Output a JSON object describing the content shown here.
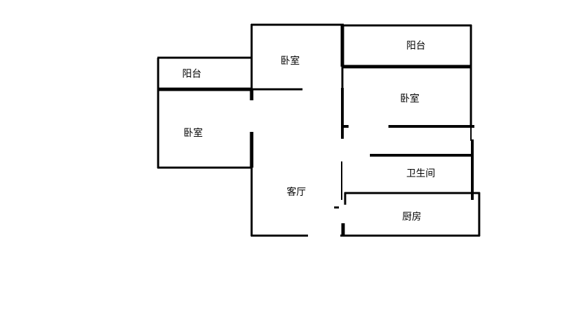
{
  "rooms": {
    "balcony_left": "阳台",
    "bedroom_top": "卧室",
    "bedroom_left": "卧室",
    "living_room": "客厅",
    "balcony_right": "阳台",
    "bedroom_right": "卧室",
    "bathroom": "卫生间",
    "kitchen": "厨房"
  },
  "colors": {
    "wall": "#000000",
    "background": "#ffffff"
  }
}
